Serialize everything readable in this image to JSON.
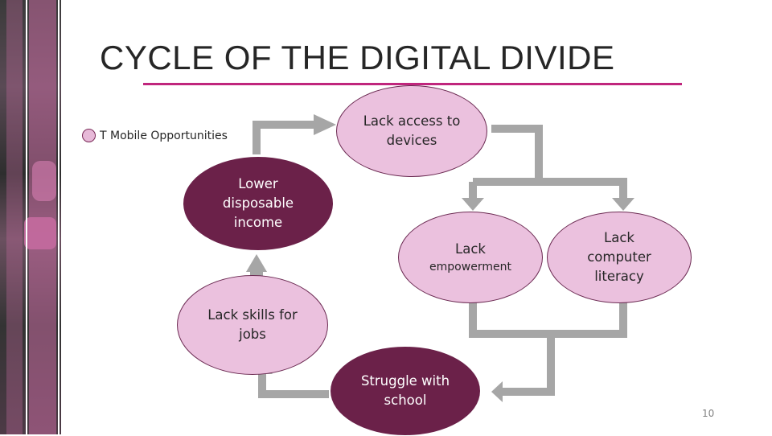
{
  "slide": {
    "title": "CYCLE OF THE DIGITAL DIVIDE",
    "page_number": "10"
  },
  "legend": {
    "label": "T Mobile Opportunities",
    "color": "#e7b9d8"
  },
  "colors": {
    "accent_rule": "#c0267d",
    "light_node": "#ebc1de",
    "dark_node": "#6b2149",
    "arrow": "#a6a6a6"
  },
  "nodes": {
    "lack_access": {
      "line1": "Lack access to",
      "line2": "devices",
      "style": "light"
    },
    "lower_income": {
      "line1": "Lower",
      "line2": "disposable",
      "line3": "income",
      "style": "dark"
    },
    "lack_empowerment": {
      "line1": "Lack",
      "line2": "empowerment",
      "style": "light"
    },
    "lack_computer_literacy": {
      "line1": "Lack",
      "line2": "computer",
      "line3": "literacy",
      "style": "light"
    },
    "lack_skills_jobs": {
      "line1": "Lack skills for",
      "line2": "jobs",
      "style": "light"
    },
    "struggle_school": {
      "line1": "Struggle with",
      "line2": "school",
      "style": "dark"
    }
  }
}
